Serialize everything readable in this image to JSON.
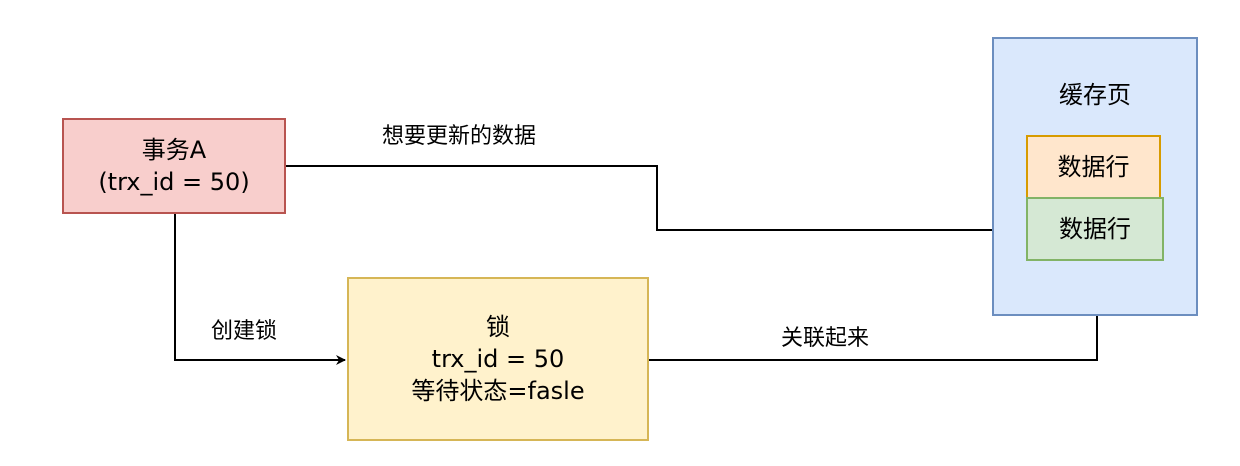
{
  "transaction": {
    "line1": "事务A",
    "line2": "(trx_id = 50)"
  },
  "lock": {
    "line1": "锁",
    "line2": "trx_id = 50",
    "line3": "等待状态=fasle"
  },
  "cache_page": {
    "title": "缓存页",
    "rows": [
      "数据行",
      "数据行"
    ]
  },
  "edges": {
    "want_update": "想要更新的数据",
    "create_lock": "创建锁",
    "link_together": "关联起来"
  },
  "colors": {
    "transaction_fill": "#f8cecc",
    "transaction_stroke": "#b85450",
    "lock_fill": "#fff2cc",
    "lock_stroke": "#d6b656",
    "cache_fill": "#dae8fc",
    "cache_stroke": "#6c8ebf",
    "row_orange_fill": "#ffe6cc",
    "row_orange_stroke": "#d79b00",
    "row_green_fill": "#d5e8d4",
    "row_green_stroke": "#82b366"
  }
}
